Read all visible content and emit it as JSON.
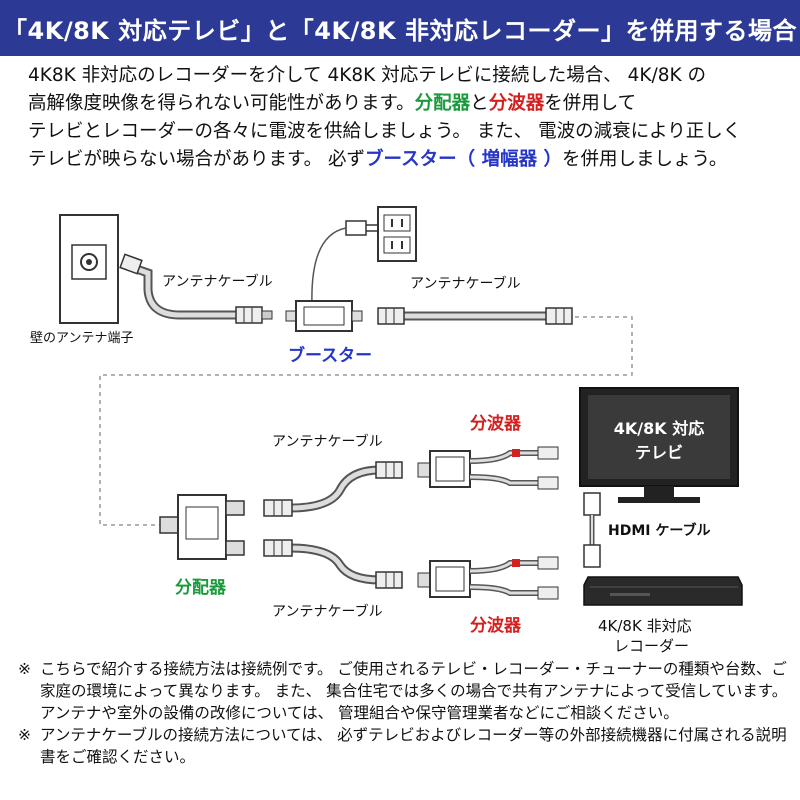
{
  "header": {
    "title": "「4K/8K 対応テレビ」と「4K/8K 非対応レコーダー」を併用する場合"
  },
  "intro": {
    "line1": "4K8K 非対応のレコーダーを介して 4K8K 対応テレビに接続した場合、 4K/8K の",
    "line2_a": "高解像度映像を得られない可能性があります。",
    "line2_green": "分配器",
    "line2_b": "と",
    "line2_red": "分波器",
    "line2_c": "を併用して",
    "line3": "テレビとレコーダーの各々に電波を供給しましょう。 また、 電波の減衰により正しく",
    "line4_a": "テレビが映らない場合があります。 必ず",
    "line4_blue": "ブースター（ 増幅器 ）",
    "line4_b": "を併用しましょう。"
  },
  "diagram": {
    "wall_terminal_label": "壁のアンテナ端子",
    "cable_label_1": "アンテナケーブル",
    "cable_label_2": "アンテナケーブル",
    "cable_label_3": "アンテナケーブル",
    "cable_label_4": "アンテナケーブル",
    "booster_label": "ブースター",
    "distributor_label": "分配器",
    "splitter_label_top": "分波器",
    "splitter_label_bottom": "分波器",
    "tv_screen_line1": "4K/8K 対応",
    "tv_screen_line2": "テレビ",
    "hdmi_label": "HDMI ケーブル",
    "recorder_line1": "4K/8K 非対応",
    "recorder_line2": "レコーダー"
  },
  "notes": {
    "mark": "※",
    "note1": "こちらで紹介する接続方法は接続例です。 ご使用されるテレビ・レコーダー・チューナーの種類や台数、ご家庭の環境によって異なります。 また、 集合住宅では多くの場合で共有アンテナによって受信しています。 アンテナや室外の設備の改修については、 管理組合や保守管理業者などにご相談ください。",
    "note2": "アンテナケーブルの接続方法については、 必ずテレビおよびレコーダー等の外部接続機器に付属される説明書をご確認ください。"
  }
}
